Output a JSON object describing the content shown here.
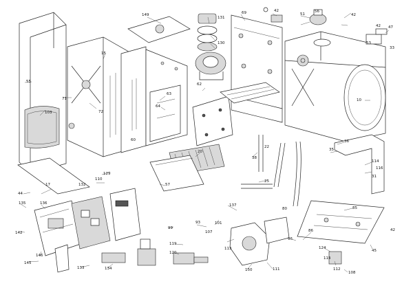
{
  "diagram": {
    "title": "",
    "callouts": [
      {
        "key": "c149",
        "text": "149"
      },
      {
        "key": "c131",
        "text": "131"
      },
      {
        "key": "c130",
        "text": "130"
      },
      {
        "key": "c69",
        "text": "69"
      },
      {
        "key": "c51",
        "text": "51"
      },
      {
        "key": "c56",
        "text": "56"
      },
      {
        "key": "c42a",
        "text": "42"
      },
      {
        "key": "c42b",
        "text": "42"
      },
      {
        "key": "c42c",
        "text": "42"
      },
      {
        "key": "c42d",
        "text": "42"
      },
      {
        "key": "c47",
        "text": "47"
      },
      {
        "key": "c33",
        "text": "33"
      },
      {
        "key": "c53",
        "text": "53"
      },
      {
        "key": "c55",
        "text": "55"
      },
      {
        "key": "c103",
        "text": "103"
      },
      {
        "key": "c71",
        "text": "71"
      },
      {
        "key": "c72",
        "text": "72"
      },
      {
        "key": "c15",
        "text": "15"
      },
      {
        "key": "c63",
        "text": "63"
      },
      {
        "key": "c64",
        "text": "64"
      },
      {
        "key": "c62",
        "text": "62"
      },
      {
        "key": "c10",
        "text": "10"
      },
      {
        "key": "c20",
        "text": "20"
      },
      {
        "key": "c36",
        "text": "36"
      },
      {
        "key": "c35",
        "text": "35"
      },
      {
        "key": "c38",
        "text": "38"
      },
      {
        "key": "c25",
        "text": "25"
      },
      {
        "key": "c22",
        "text": "22"
      },
      {
        "key": "c114",
        "text": "114"
      },
      {
        "key": "c31",
        "text": "31"
      },
      {
        "key": "c17",
        "text": "17"
      },
      {
        "key": "c44",
        "text": "44"
      },
      {
        "key": "c129",
        "text": "129"
      },
      {
        "key": "c110",
        "text": "110"
      },
      {
        "key": "c132",
        "text": "132"
      },
      {
        "key": "c57",
        "text": "57"
      },
      {
        "key": "c135",
        "text": "135"
      },
      {
        "key": "c136",
        "text": "136"
      },
      {
        "key": "c142",
        "text": "142"
      },
      {
        "key": "c145",
        "text": "145"
      },
      {
        "key": "c146",
        "text": "146"
      },
      {
        "key": "c133",
        "text": "133"
      },
      {
        "key": "c134",
        "text": "134"
      },
      {
        "key": "c137",
        "text": "137"
      },
      {
        "key": "c99",
        "text": "99"
      },
      {
        "key": "c93",
        "text": "93"
      },
      {
        "key": "c101",
        "text": "101"
      },
      {
        "key": "c150",
        "text": "150"
      },
      {
        "key": "c111",
        "text": "111"
      },
      {
        "key": "c119",
        "text": "119"
      },
      {
        "key": "c120",
        "text": "120"
      },
      {
        "key": "c80",
        "text": "80"
      },
      {
        "key": "c85",
        "text": "85"
      },
      {
        "key": "c86",
        "text": "86"
      },
      {
        "key": "c96",
        "text": "96"
      },
      {
        "key": "c124",
        "text": "124"
      },
      {
        "key": "c112",
        "text": "112"
      },
      {
        "key": "c115",
        "text": "115"
      },
      {
        "key": "c108",
        "text": "108"
      },
      {
        "key": "c45",
        "text": "45"
      },
      {
        "key": "c116",
        "text": "116"
      },
      {
        "key": "c60",
        "text": "60"
      },
      {
        "key": "c113",
        "text": "113"
      },
      {
        "key": "c107",
        "text": "107"
      }
    ]
  }
}
